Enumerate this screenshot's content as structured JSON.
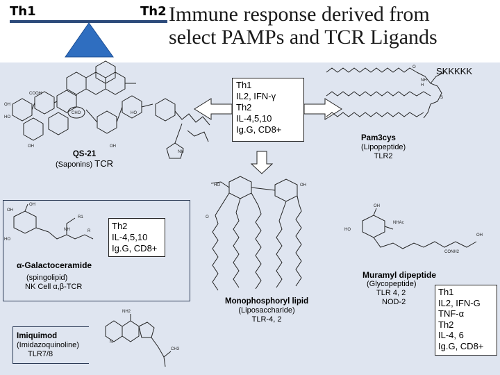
{
  "title_line1": "Immune response derived from",
  "title_line2": "select PAMPs and TCR Ligands",
  "seesaw": {
    "left": "Th1",
    "right": "Th2"
  },
  "center_box": {
    "lines": [
      "Th1",
      "IL2, IFN-γ",
      "Th2",
      "IL-4,5,10",
      "Ig.G, CD8+"
    ]
  },
  "qs21": {
    "name": "QS-21",
    "type": "(Saponins)",
    "target": "TCR"
  },
  "pam3cys": {
    "name": "Pam3cys",
    "type": "(Lipopeptide)",
    "receptor": "TLR2",
    "peptide": "SKKKKK"
  },
  "agal_box": {
    "lines": [
      "Th2",
      "IL-4,5,10",
      "Ig.G, CD8+"
    ]
  },
  "agal": {
    "name": "α-Galactoceramide",
    "type": "(spingolipid)",
    "receptor": "NK Cell α,β-TCR"
  },
  "mpl": {
    "name": "Monophosphoryl lipid",
    "type": "(Liposaccharide)",
    "receptor": "TLR-4, 2"
  },
  "mdp": {
    "name": "Muramyl dipeptide",
    "type": "(Glycopeptide)",
    "receptor1": "TLR 4, 2",
    "receptor2": "NOD-2"
  },
  "mdp_box": {
    "lines": [
      "Th1",
      "IL2, IFN-G",
      "TNF-α",
      "Th2",
      "IL-4, 6",
      "Ig.G, CD8+"
    ]
  },
  "imiq": {
    "name": "Imiquimod",
    "type": "(Imidazoquinoline)",
    "receptor": "TLR7/8"
  },
  "atoms": {
    "cooh": "COOH",
    "oh": "OH",
    "ho": "HO",
    "cho": "CHO",
    "nh": "NH",
    "h": "H",
    "o": "O",
    "r1": "R1",
    "r": "R",
    "nhac": "NHAc",
    "conh2": "CONH2",
    "nh2": "NH2",
    "n": "N",
    "ch3": "CH3",
    "s": "S"
  }
}
